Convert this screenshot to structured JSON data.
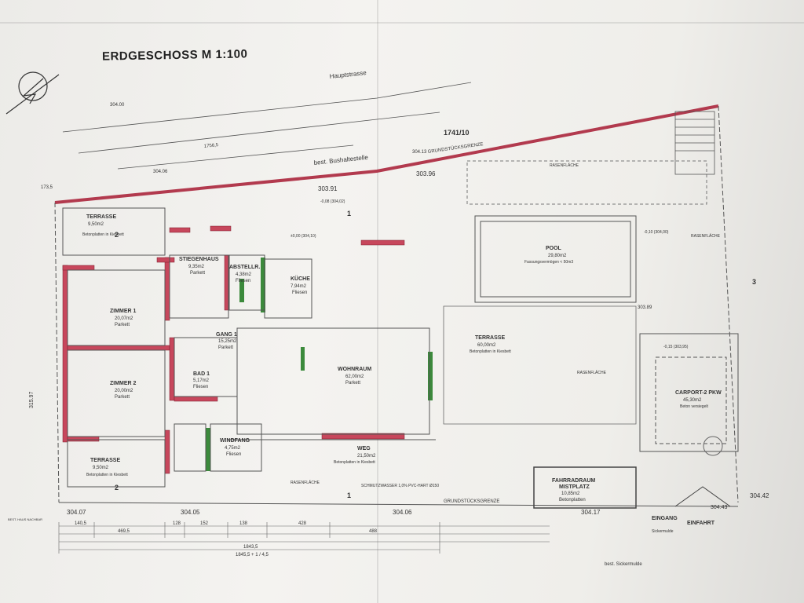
{
  "title": "ERDGESCHOSS  M 1:100",
  "streets": {
    "main": "Hauptstrasse",
    "bus": "best. Bushaltestelle",
    "parcel": "1741/10"
  },
  "boundary_label": "GRUNDSTÜCKSGRENZE",
  "elevations": {
    "e1": "304.00",
    "e2": "304.06",
    "e3": "304.13",
    "e4": "303.96",
    "e5": "303.91",
    "e6": "303.89",
    "e7": "304.05",
    "e8": "304.07",
    "e9": "304.06",
    "e10": "304.17",
    "e11": "304.42",
    "e12": "304.43",
    "e13": "315.97"
  },
  "rooms": {
    "terrasse_nw": {
      "name": "TERRASSE",
      "area": "9,50m2",
      "material": "Betonplatten in Kiesbett"
    },
    "stiegenhaus": {
      "name": "STIEGENHAUS",
      "area": "9,35m2",
      "material": "Parkett"
    },
    "abstell": {
      "name": "ABSTELLR.",
      "area": "4,38m2",
      "material": "Fliesen"
    },
    "kueche": {
      "name": "KÜCHE",
      "area": "7,94m2",
      "material": "Fliesen"
    },
    "zimmer1": {
      "name": "ZIMMER 1",
      "area": "20,07m2",
      "material": "Parkett"
    },
    "gang": {
      "name": "GANG 1",
      "area": "15,25m2",
      "material": "Parkett"
    },
    "bad": {
      "name": "BAD 1",
      "area": "5,17m2",
      "material": "Fliesen"
    },
    "wohnraum": {
      "name": "WOHNRAUM",
      "area": "62,00m2",
      "material": "Parkett"
    },
    "zimmer2": {
      "name": "ZIMMER 2",
      "area": "20,00m2",
      "material": "Parkett"
    },
    "windfang": {
      "name": "WINDFANG",
      "area": "4,75m2",
      "material": "Fliesen"
    },
    "weg": {
      "name": "WEG",
      "area": "21,50m2",
      "material": "Betonplatten in Kiesbett"
    },
    "terrasse_sw": {
      "name": "TERRASSE",
      "area": "9,50m2",
      "material": "Betonplatten in Kiesbett"
    },
    "terrasse_main": {
      "name": "TERRASSE",
      "area": "60,00m2",
      "material": "Betonplatten in Kiesbett"
    },
    "pool": {
      "name": "POOL",
      "area": "29,80m2",
      "material": "Fassungsvermögen < 50m3"
    },
    "carport": {
      "name": "CARPORT-2 PKW",
      "area": "45,30m2",
      "material": "Beton versiegelt"
    },
    "fahrradraum": {
      "name": "FAHRRADRAUM",
      "sub": "MISTPLATZ",
      "area": "10,85m2",
      "material": "Betonplatten"
    }
  },
  "labels": {
    "rasen": "RASENFLÄCHE",
    "eingang": "EINGANG",
    "einfahrt": "EINFAHRT",
    "sickermulde": "best. Sickermulde",
    "sickermulde2": "Sickermulde",
    "section1": "1",
    "section2": "2",
    "section3": "3",
    "level1": "±0,00 (304,10)",
    "level2": "-0,08 (304,02)",
    "level3": "-0,10 (304,00)",
    "level4": "-0,15 (303,95)",
    "schnitt": "SCHMUTZWASSER 1,0%  PVC-HART Ø150",
    "haus_nachbar": "BEST. HAUS NACHBAR"
  },
  "dims": {
    "bottom": [
      "140,5",
      "469,5",
      "128",
      "152",
      "138",
      "428",
      "488"
    ],
    "total1": "1843,5",
    "total2": "1845,5 + 1 / 4,5",
    "top1": "1756,5",
    "left1": "173,5"
  },
  "colors": {
    "wall": "#b23a4e",
    "green": "#3b8a3b",
    "line": "#444444",
    "fill": "#c7475c"
  }
}
